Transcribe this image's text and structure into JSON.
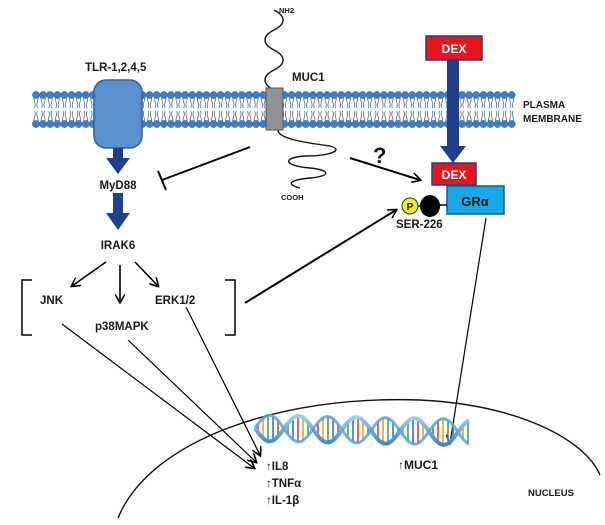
{
  "labels": {
    "tlr": "TLR-1,2,4,5",
    "muc1": "MUC1",
    "nh2": "NH2",
    "cooh": "COOH",
    "dex_top": "DEX",
    "dex_bottom": "DEX",
    "plasma": "PLASMA",
    "membrane": "MEMBRANE",
    "question": "?",
    "myd88": "MyD88",
    "irak6": "IRAK6",
    "jnk": "JNK",
    "p38": "p38MAPK",
    "erk": "ERK1/2",
    "p": "P",
    "ser226": "SER-226",
    "gra": "GRα",
    "il8": "↑IL8",
    "tnfa": "↑TNFα",
    "il1b": "↑IL-1β",
    "muc1_up": "↑MUC1",
    "nucleus": "NUCLEUS"
  },
  "colors": {
    "membrane_head": "#3f7ec3",
    "receptor": "#5b8fd0",
    "arrow_blue": "#1f3f8a",
    "dex_red": "#e8161a",
    "gra_cyan": "#18a8e8",
    "phospho_yellow": "#f2ee2a",
    "muc1_grey": "#8f9294"
  }
}
